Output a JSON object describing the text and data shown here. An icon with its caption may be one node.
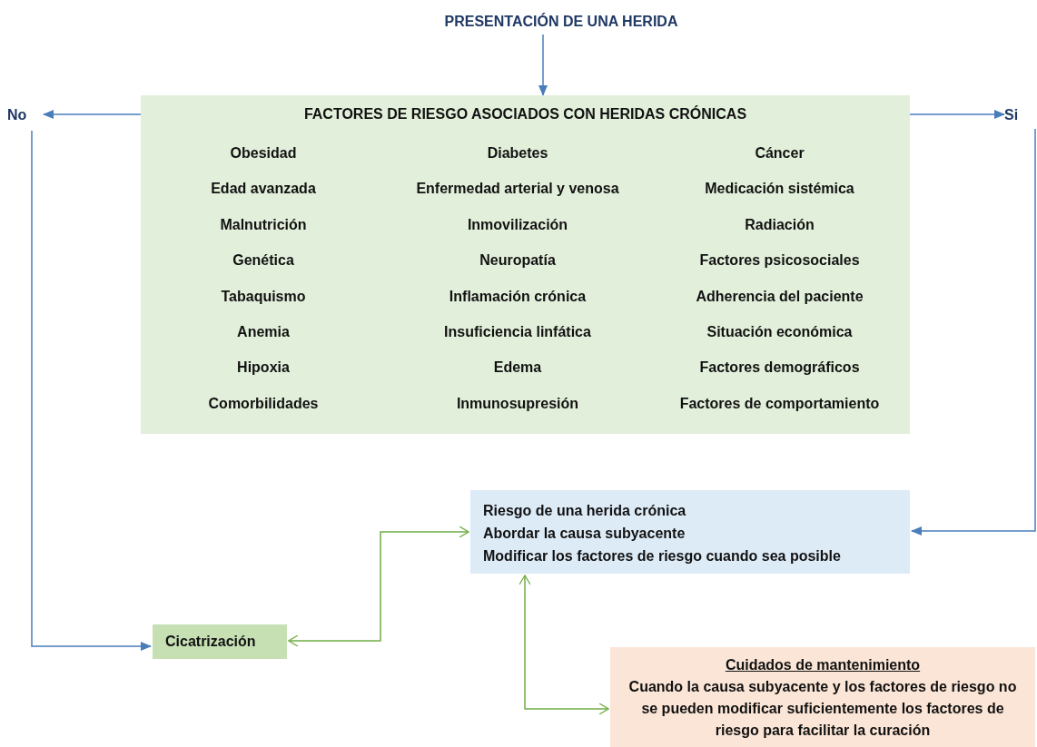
{
  "diagram": {
    "nodes": [
      {
        "text": [
          "PRESENTACIÓN DE UNA HERIDA"
        ]
      },
      {
        "text": [
          "FACTORES DE RIESGO ASOCIADOS CON HERIDAS CRÓNICAS",
          "Obesidad",
          "Diabetes",
          "Cáncer",
          "Edad avanzada",
          "Enfermedad arterial y venosa",
          "Medicación sistémica",
          "Malnutrición",
          "Inmovilización",
          "Radiación",
          "Genética",
          "Neuropatía",
          "Factores psicosociales",
          "Tabaquismo",
          "Inflamación crónica",
          "Adherencia del paciente",
          "Anemia",
          "Insuficiencia linfática",
          "Situación económica",
          "Hipoxia",
          "Edema",
          "Factores demográficos",
          "Comorbilidades",
          "Inmunosupresión",
          "Factores de comportamiento"
        ]
      },
      {
        "text": [
          "No"
        ]
      },
      {
        "text": [
          "Si"
        ]
      },
      {
        "text": [
          "Riesgo de una herida crónica",
          "Abordar la causa subyacente",
          "Modificar los factores de riesgo cuando sea posible"
        ]
      },
      {
        "text": [
          "Cicatrización"
        ]
      },
      {
        "text": [
          "Cuidados de mantenimiento",
          "Cuando la causa subyacente y los factores de riesgo no se pueden modificar suficientemente los factores de riesgo para facilitar la curación"
        ]
      }
    ],
    "edges": [
      {
        "from": 0,
        "to": 1,
        "arrow": "to"
      },
      {
        "from": 1,
        "to": 2,
        "arrow": "to"
      },
      {
        "from": 1,
        "to": 3,
        "arrow": "to"
      },
      {
        "from": 2,
        "to": 5,
        "arrow": "to"
      },
      {
        "from": 3,
        "to": 4,
        "arrow": "to"
      },
      {
        "from": 5,
        "to": 4,
        "arrow": "both",
        "color": "#70ad47"
      },
      {
        "from": 4,
        "to": 6,
        "arrow": "both",
        "color": "#70ad47"
      }
    ]
  }
}
